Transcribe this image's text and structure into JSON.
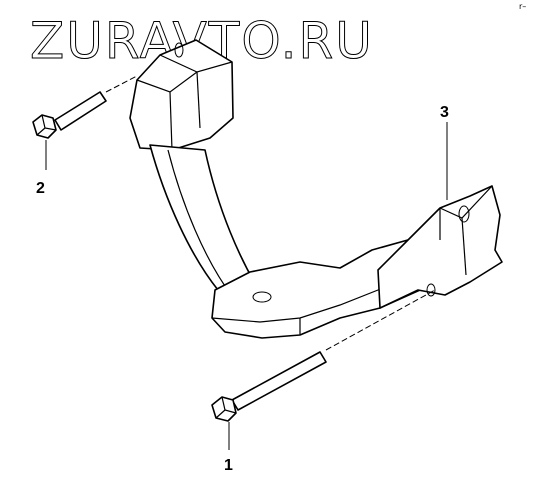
{
  "watermark": "ZURAVTO.RU",
  "corner_mark": "r–",
  "callouts": [
    {
      "number": "1"
    },
    {
      "number": "2"
    },
    {
      "number": "3"
    }
  ]
}
